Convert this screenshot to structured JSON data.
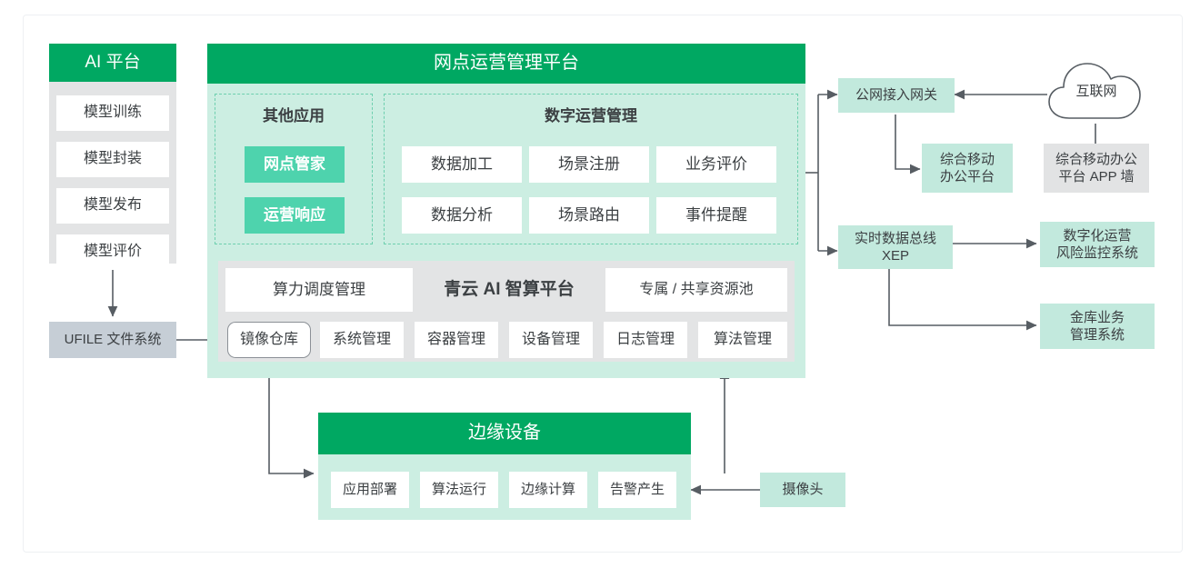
{
  "diagram": {
    "title_ai_platform": "AI 平台",
    "ai_platform_items": [
      "模型训练",
      "模型封装",
      "模型发布",
      "模型评价"
    ],
    "ufile": "UFILE 文件系统",
    "main_title": "网点运营管理平台",
    "other_apps_title": "其他应用",
    "other_apps": [
      "网点管家",
      "运营响应"
    ],
    "digital_ops_title": "数字运营管理",
    "digital_ops": [
      "数据加工",
      "场景注册",
      "业务评价",
      "数据分析",
      "场景路由",
      "事件提醒"
    ],
    "compute_row": [
      "算力调度管理",
      "青云 AI 智算平台",
      "专属 / 共享资源池"
    ],
    "compute_center_label": "青云 AI 智算平台",
    "compute_modules": [
      "镜像仓库",
      "系统管理",
      "容器管理",
      "设备管理",
      "日志管理",
      "算法管理"
    ],
    "highlighted_module": "镜像仓库",
    "edge_title": "边缘设备",
    "edge_items": [
      "应用部署",
      "算法运行",
      "边缘计算",
      "告警产生"
    ],
    "camera": "摄像头",
    "right_column": {
      "gateway": "公网接入网关",
      "internet": "互联网",
      "mobile_office_platform": "综合移动\n办公平台",
      "mobile_office_platform_l1": "综合移动",
      "mobile_office_platform_l2": "办公平台",
      "app_wall_l1": "综合移动办公",
      "app_wall_l2": "平台 APP 墙",
      "data_bus_l1": "实时数据总线",
      "data_bus_l2": "XEP",
      "risk_system_l1": "数字化运营",
      "risk_system_l2": "风险监控系统",
      "vault_system_l1": "金库业务",
      "vault_system_l2": "管理系统"
    }
  },
  "colors": {
    "green_header": "#00a862",
    "teal_accent": "#4ed3ad",
    "mint": "#c2e9dd",
    "mint_body": "#cceee2",
    "gray_card": "#e2e3e4",
    "blue_gray": "#c6ced6",
    "line": "#575d63"
  }
}
